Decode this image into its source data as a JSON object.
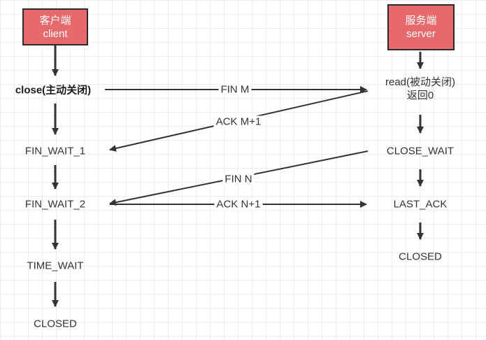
{
  "client": {
    "title": "客户端",
    "subtitle": "client"
  },
  "server": {
    "title": "服务端",
    "subtitle": "server"
  },
  "client_states": {
    "close": "close(主动关闭)",
    "fin_wait_1": "FIN_WAIT_1",
    "fin_wait_2": "FIN_WAIT_2",
    "time_wait": "TIME_WAIT",
    "closed": "CLOSED"
  },
  "server_states": {
    "read_line1": "read(被动关闭)",
    "read_line2": "返回0",
    "close_wait": "CLOSE_WAIT",
    "last_ack": "LAST_ACK",
    "closed": "CLOSED"
  },
  "messages": {
    "fin_m": "FIN M",
    "ack_m1": "ACK M+1",
    "fin_n": "FIN N",
    "ack_n1": "ACK N+1"
  },
  "colors": {
    "box_fill": "#e8696c",
    "line": "#333333",
    "grid": "#ececec"
  }
}
